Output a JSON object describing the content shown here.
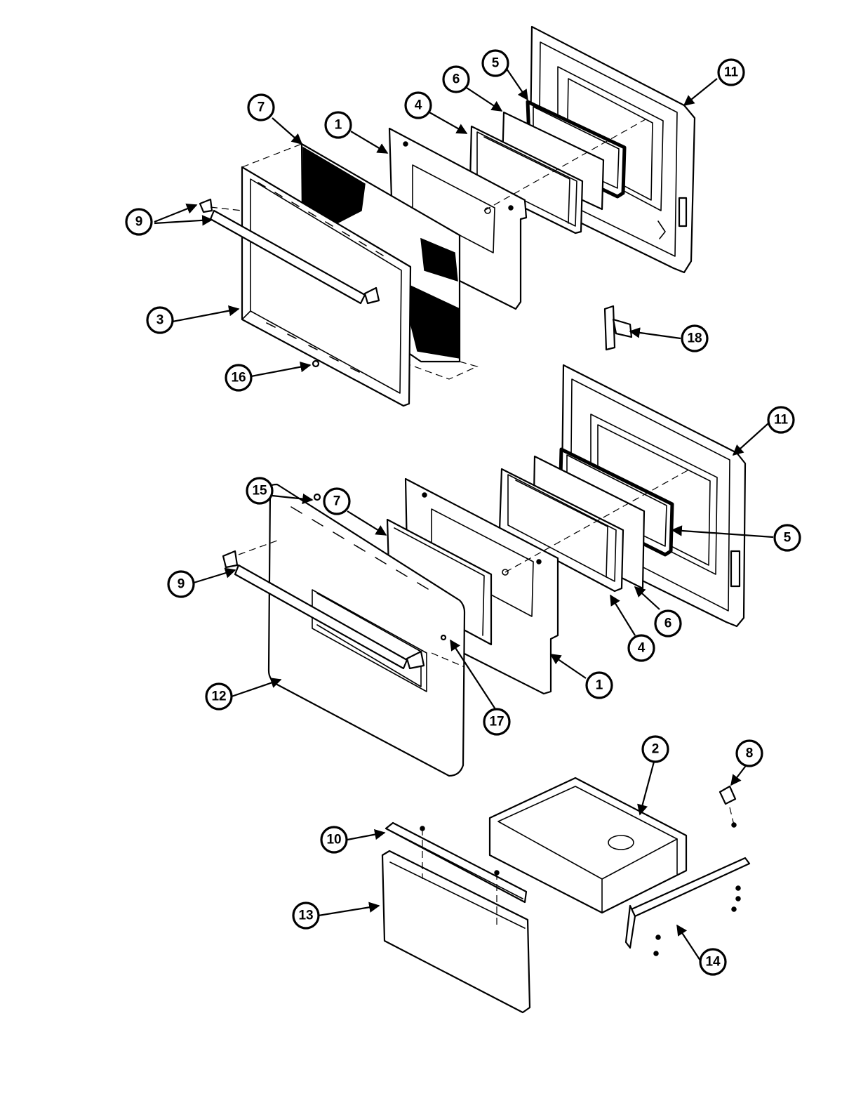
{
  "callouts": [
    {
      "id": "c1a",
      "label": "1"
    },
    {
      "id": "c1b",
      "label": "1"
    },
    {
      "id": "c2",
      "label": "2"
    },
    {
      "id": "c3",
      "label": "3"
    },
    {
      "id": "c4a",
      "label": "4"
    },
    {
      "id": "c4b",
      "label": "4"
    },
    {
      "id": "c5a",
      "label": "5"
    },
    {
      "id": "c5b",
      "label": "5"
    },
    {
      "id": "c6a",
      "label": "6"
    },
    {
      "id": "c6b",
      "label": "6"
    },
    {
      "id": "c7a",
      "label": "7"
    },
    {
      "id": "c7b",
      "label": "7"
    },
    {
      "id": "c8",
      "label": "8"
    },
    {
      "id": "c9a",
      "label": "9"
    },
    {
      "id": "c9b",
      "label": "9"
    },
    {
      "id": "c10",
      "label": "10"
    },
    {
      "id": "c11a",
      "label": "11"
    },
    {
      "id": "c11b",
      "label": "11"
    },
    {
      "id": "c12",
      "label": "12"
    },
    {
      "id": "c13",
      "label": "13"
    },
    {
      "id": "c14",
      "label": "14"
    },
    {
      "id": "c15",
      "label": "15"
    },
    {
      "id": "c16",
      "label": "16"
    },
    {
      "id": "c17",
      "label": "17"
    },
    {
      "id": "c18",
      "label": "18"
    }
  ]
}
